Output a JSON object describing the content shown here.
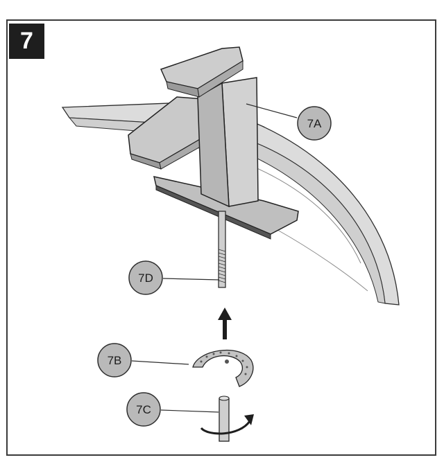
{
  "step": {
    "number": "7"
  },
  "callouts": [
    {
      "id": "7A",
      "label": "7A",
      "part": "faucet-body"
    },
    {
      "id": "7B",
      "label": "7B",
      "part": "mounting-washer"
    },
    {
      "id": "7C",
      "label": "7C",
      "part": "mounting-nut"
    },
    {
      "id": "7D",
      "label": "7D",
      "part": "threaded-mounting-rod"
    }
  ],
  "colors": {
    "badge": "#1e1e1e",
    "callout_fill": "#b9b9b9",
    "sink_fill": "#d9d9d9",
    "faucet_fill": "#c8c8c8",
    "line": "#2e2e2e"
  },
  "icons": [
    "up-arrow-icon",
    "rotate-arrow-icon"
  ]
}
